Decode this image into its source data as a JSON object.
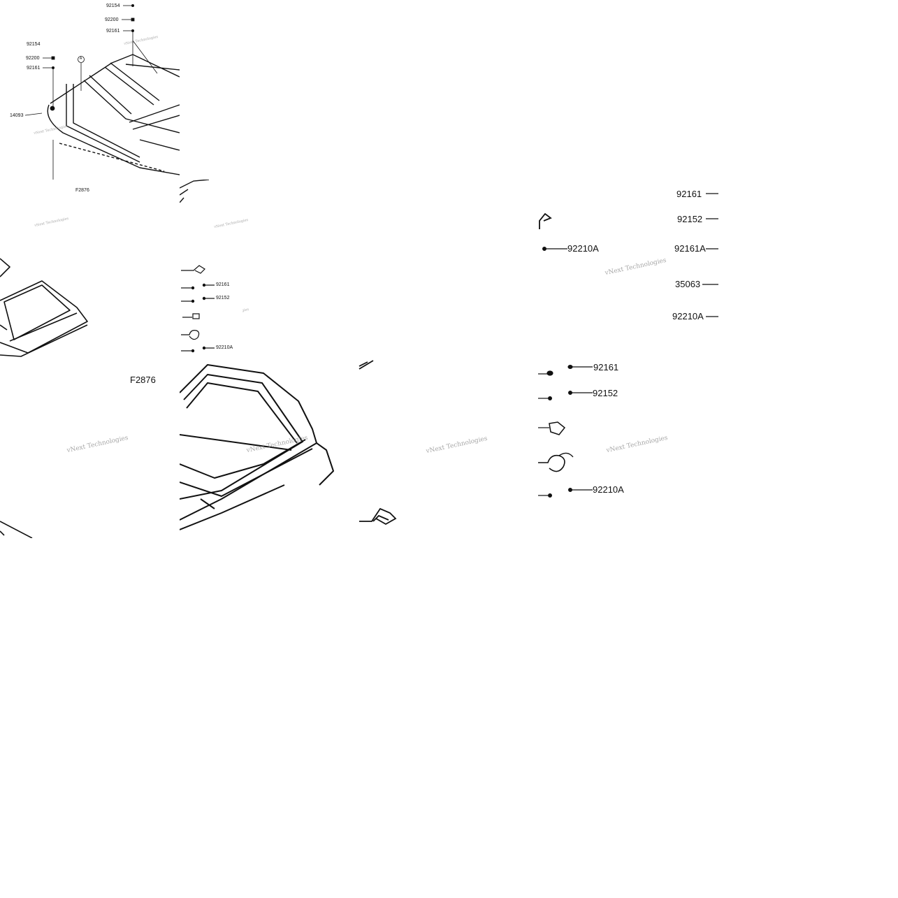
{
  "watermark": "vNext Technologies",
  "colors": {
    "line": "#111111",
    "background": "#ffffff",
    "watermark": "#8a8a8a"
  },
  "figure_code": "F2876",
  "callout_marker": "A",
  "tile_a": {
    "labels": [
      "92154",
      "92200",
      "92161",
      "92154",
      "92200",
      "92161",
      "14093"
    ]
  },
  "tile_c": {
    "labels": [
      "92161",
      "92152",
      "92210A"
    ]
  },
  "tile_d": {
    "labels": [
      "92161",
      "92152",
      "92210A",
      "92161A",
      "35063",
      "92210A"
    ]
  },
  "tile_h": {
    "labels": [
      "92161",
      "92152",
      "92210A"
    ]
  }
}
